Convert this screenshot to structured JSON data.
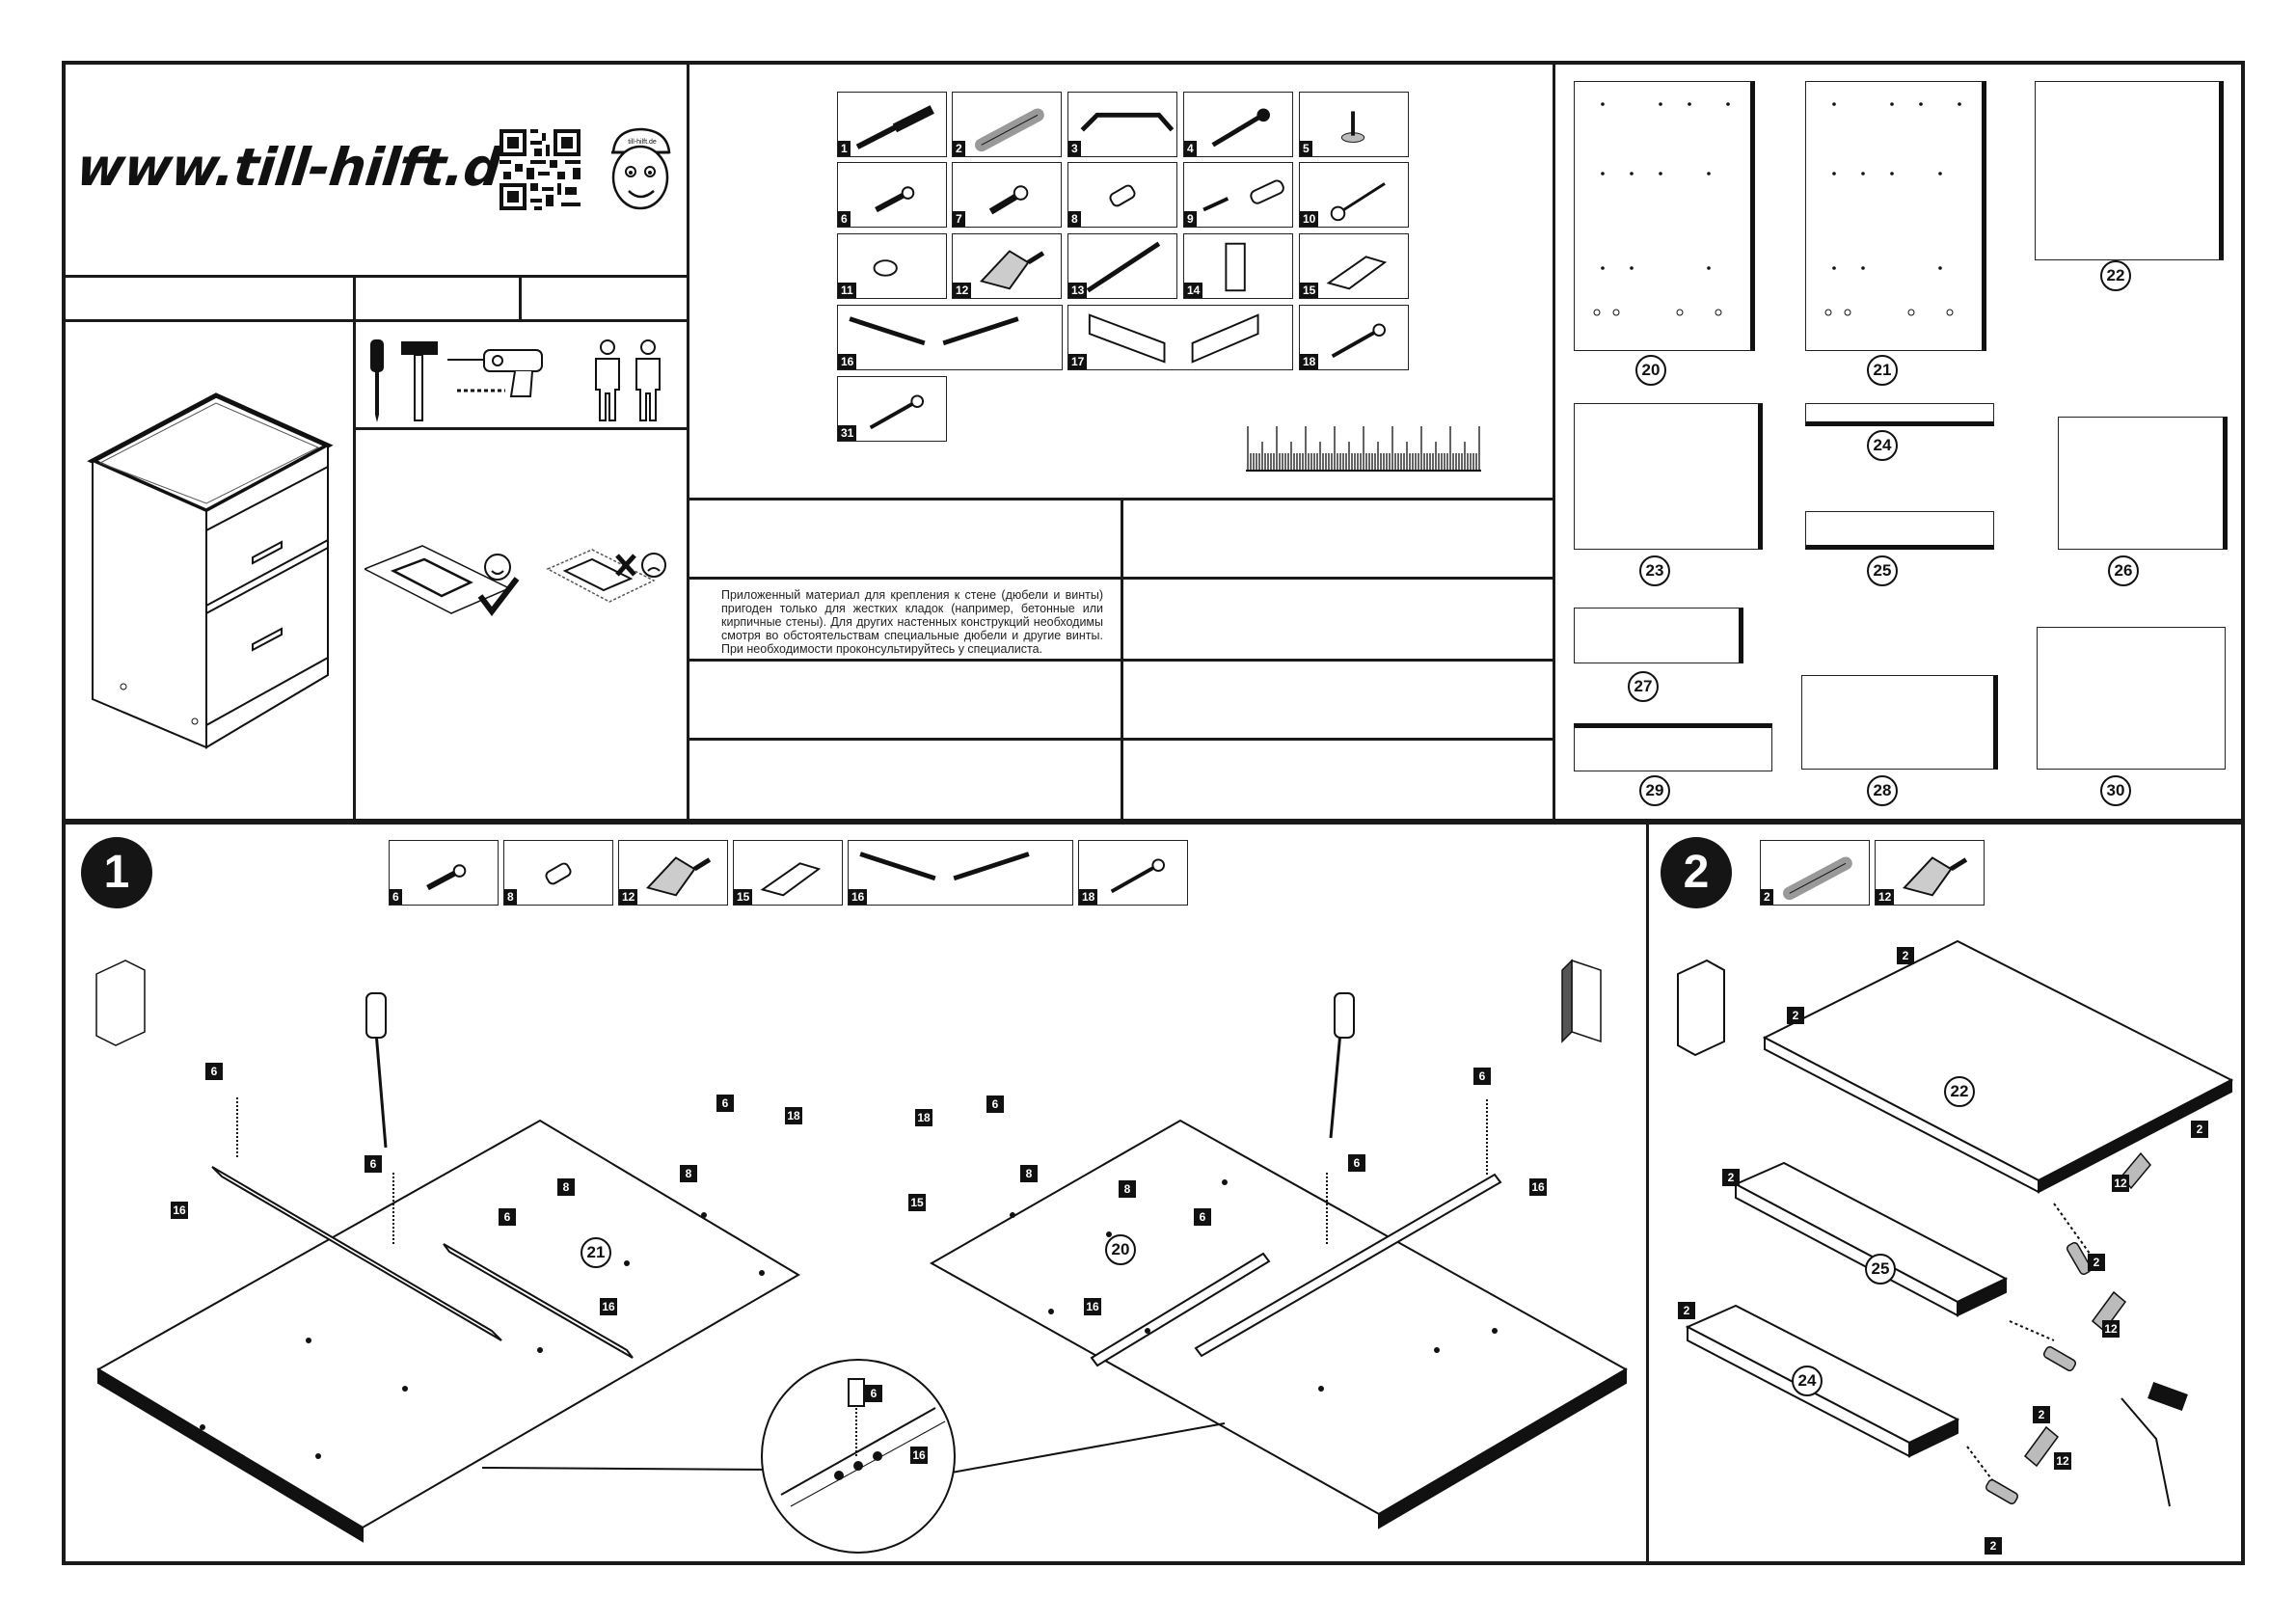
{
  "header": {
    "website": "www.till-hilft.de",
    "mascot_badge": "till-hilft.de"
  },
  "notice": {
    "text": "Приложенный материал для крепления к стене (дюбели и винты) пригоден только для жестких кладок (например, бетонные или кирпичные стены). Для других настенных конструкций необходимы смотря во обстоятельствам специальные дюбели и другие винты. При необходимости проконсультируйтесь у специалиста."
  },
  "hardware": {
    "items": [
      {
        "num": "1",
        "icon": "wall-plug-screw-icon"
      },
      {
        "num": "2",
        "icon": "wooden-dowel-icon"
      },
      {
        "num": "3",
        "icon": "handle-icon"
      },
      {
        "num": "4",
        "icon": "bolt-icon"
      },
      {
        "num": "5",
        "icon": "leveling-foot-icon"
      },
      {
        "num": "6",
        "icon": "euro-screw-icon"
      },
      {
        "num": "7",
        "icon": "cam-screw-icon"
      },
      {
        "num": "8",
        "icon": "cam-bolt-icon"
      },
      {
        "num": "9",
        "icon": "screw-dowel-icon"
      },
      {
        "num": "10",
        "icon": "nail-icon"
      },
      {
        "num": "11",
        "icon": "cover-cap-icon"
      },
      {
        "num": "12",
        "icon": "glue-icon"
      },
      {
        "num": "13",
        "icon": "rod-icon"
      },
      {
        "num": "14",
        "icon": "bracket-icon"
      },
      {
        "num": "15",
        "icon": "angle-bracket-icon"
      },
      {
        "num": "16",
        "icon": "drawer-runner-icon"
      },
      {
        "num": "17",
        "icon": "drawer-side-icon"
      },
      {
        "num": "18",
        "icon": "wood-screw-icon"
      },
      {
        "num": "31",
        "icon": "wood-screw-icon"
      }
    ]
  },
  "panels": [
    "20",
    "21",
    "22",
    "23",
    "24",
    "25",
    "26",
    "27",
    "28",
    "29",
    "30"
  ],
  "steps": {
    "step1": {
      "number": "1",
      "parts": [
        "6",
        "8",
        "12",
        "15",
        "16",
        "18"
      ],
      "callouts": [
        "6",
        "6",
        "6",
        "6",
        "6",
        "6",
        "6",
        "6",
        "6",
        "8",
        "8",
        "8",
        "8",
        "15",
        "15",
        "16",
        "16",
        "16",
        "16",
        "16",
        "18",
        "18",
        "21",
        "20"
      ]
    },
    "step2": {
      "number": "2",
      "parts": [
        "2",
        "12"
      ],
      "callouts": [
        "2",
        "2",
        "2",
        "2",
        "2",
        "2",
        "2",
        "2",
        "12",
        "12",
        "12",
        "22",
        "25",
        "24"
      ]
    }
  }
}
